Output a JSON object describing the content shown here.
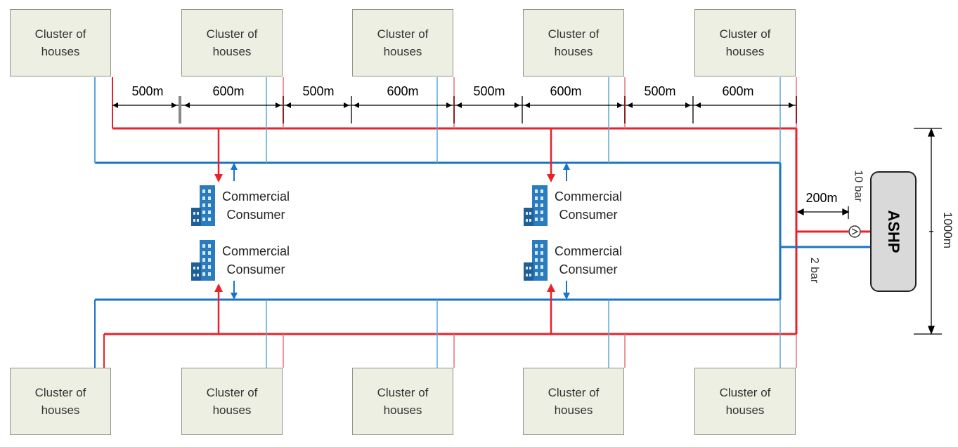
{
  "diagram": {
    "cluster_label": "Cluster of\nhouses",
    "top_clusters": [
      "Cluster of\nhouses",
      "Cluster of\nhouses",
      "Cluster of\nhouses",
      "Cluster of\nhouses",
      "Cluster of\nhouses"
    ],
    "bottom_clusters": [
      "Cluster of\nhouses",
      "Cluster of\nhouses",
      "Cluster of\nhouses",
      "Cluster of\nhouses",
      "Cluster of\nhouses"
    ],
    "segment_labels": [
      "500m",
      "600m",
      "500m",
      "600m",
      "500m",
      "600m",
      "500m",
      "600m"
    ],
    "consumers": [
      "Commercial\nConsumer",
      "Commercial\nConsumer",
      "Commercial\nConsumer",
      "Commercial\nConsumer"
    ],
    "ashp_label": "ASHP",
    "branch_length": "200m",
    "supply_pressure": "10 bar",
    "return_pressure": "2 bar",
    "loop_length": "1000m",
    "colors": {
      "supply": "#e8222a",
      "return": "#1a73c4",
      "return_branch": "#5aa8d8",
      "supply_branch": "#e8707a"
    }
  }
}
